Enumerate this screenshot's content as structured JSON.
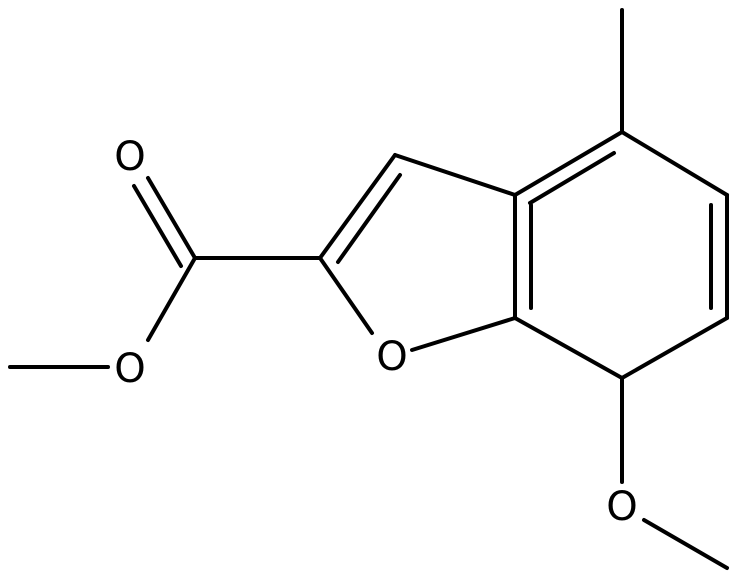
{
  "molecule": {
    "atoms": [
      {
        "id": "O_carbonyl",
        "label": "O"
      },
      {
        "id": "O_ester",
        "label": "O"
      },
      {
        "id": "O_ring",
        "label": "O"
      },
      {
        "id": "O_methoxy",
        "label": "O"
      }
    ]
  },
  "colors": {
    "bond": "#000000",
    "label": "#000000",
    "background": "#ffffff"
  }
}
